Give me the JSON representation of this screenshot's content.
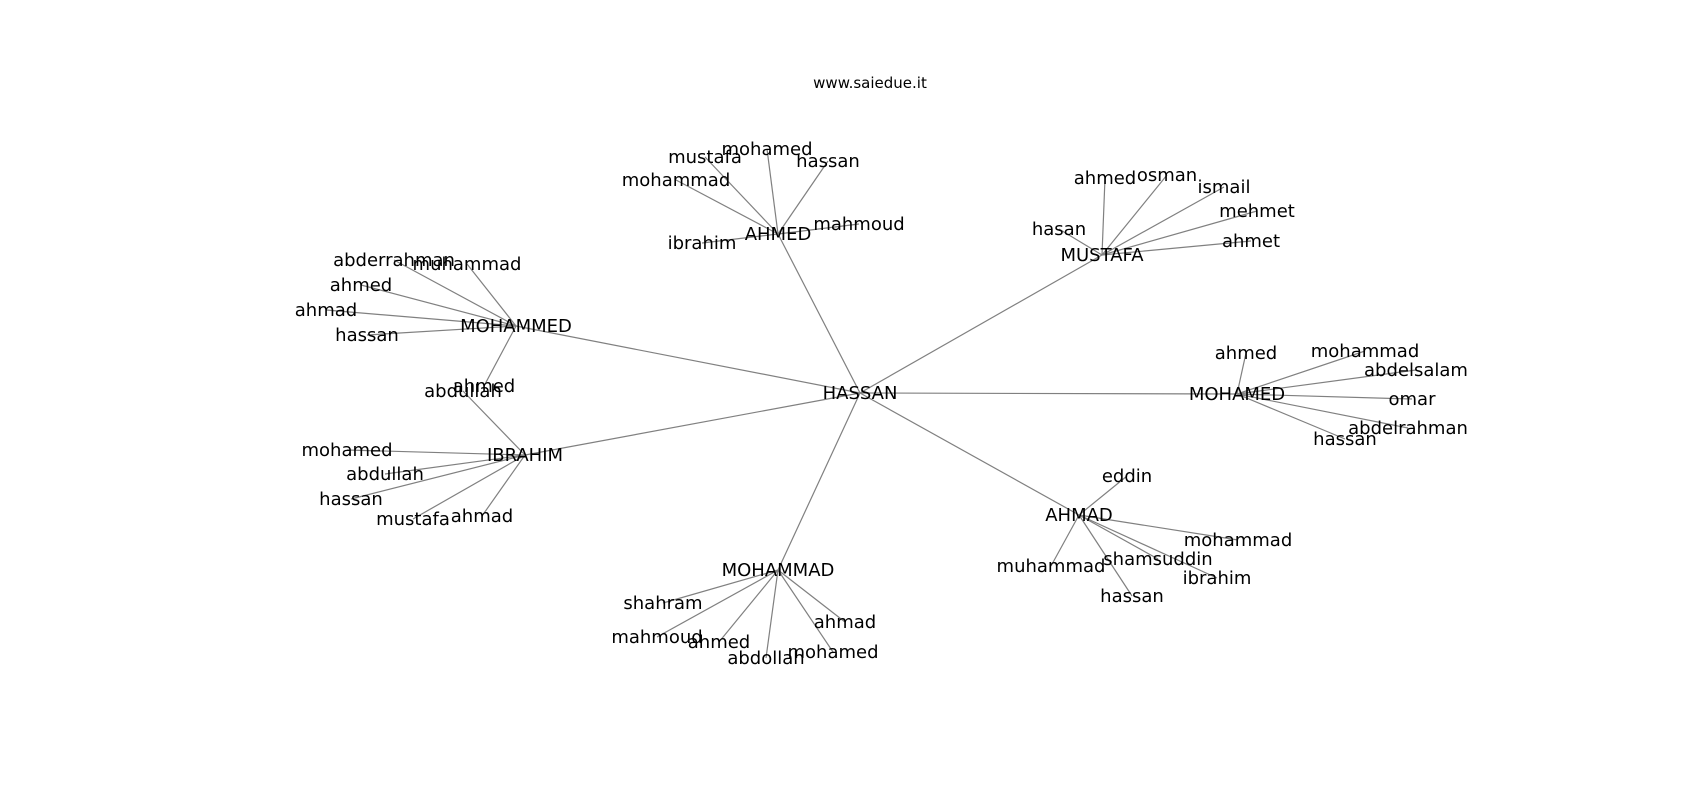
{
  "title": "www.saiedue.it",
  "edge_color": "#808080",
  "root": "HASSAN",
  "hubs": [
    {
      "id": "hub-ahmed",
      "label": "AHMED",
      "leaves": [
        "mohamed",
        "mustafa",
        "hassan",
        "mohammad",
        "mahmoud",
        "ibrahim"
      ]
    },
    {
      "id": "hub-mustafa",
      "label": "MUSTAFA",
      "leaves": [
        "ahmed",
        "osman",
        "ismail",
        "mehmet",
        "hasan",
        "ahmet"
      ]
    },
    {
      "id": "hub-mohammed",
      "label": "MOHAMMED",
      "leaves": [
        "abderrahman",
        "muhammad",
        "ahmed",
        "ahmad",
        "hassan",
        "ahmed"
      ]
    },
    {
      "id": "hub-mohamed",
      "label": "MOHAMED",
      "leaves": [
        "ahmed",
        "mohammad",
        "abdelsalam",
        "omar",
        "abdelrahman",
        "hassan"
      ]
    },
    {
      "id": "hub-ibrahim",
      "label": "IBRAHIM",
      "leaves": [
        "abdullah",
        "mohamed",
        "abdullah",
        "hassan",
        "mustafa",
        "ahmad"
      ]
    },
    {
      "id": "hub-ahmad",
      "label": "AHMAD",
      "leaves": [
        "eddin",
        "mohammad",
        "muhammad",
        "shamsuddin",
        "ibrahim",
        "hassan"
      ]
    },
    {
      "id": "hub-mohammad",
      "label": "MOHAMMAD",
      "leaves": [
        "shahram",
        "ahmad",
        "mahmoud",
        "ahmed",
        "mohamed",
        "abdollah"
      ]
    }
  ]
}
